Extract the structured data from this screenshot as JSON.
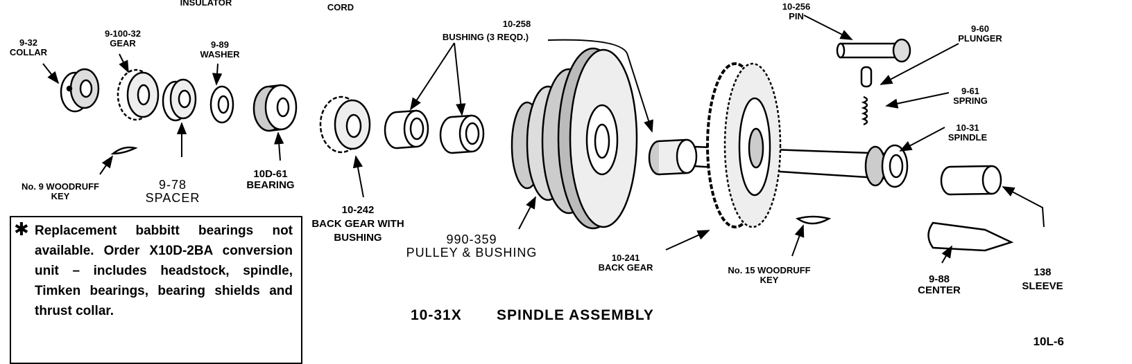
{
  "labels": {
    "insulator": "INSULATOR",
    "cord": "CORD",
    "collar": [
      "9-32",
      "COLLAR"
    ],
    "gear": [
      "9-100-32",
      "GEAR"
    ],
    "washer": [
      "9-89",
      "WASHER"
    ],
    "woodruff9": [
      "No. 9 WOODRUFF",
      "KEY"
    ],
    "spacer": [
      "9-78",
      "SPACER"
    ],
    "bearing": [
      "10D-61",
      "BEARING"
    ],
    "back_gear_bushing": [
      "10-242",
      "BACK GEAR WITH",
      "BUSHING"
    ],
    "bushing": [
      "10-258",
      "BUSHING",
      "(3 REQD.)"
    ],
    "pulley": [
      "990-359",
      "PULLEY & BUSHING"
    ],
    "pin": [
      "10-256",
      "PIN"
    ],
    "plunger": [
      "9-60",
      "PLUNGER"
    ],
    "spring": [
      "9-61",
      "SPRING"
    ],
    "spindle": [
      "10-31",
      "SPINDLE"
    ],
    "back_gear": [
      "10-241",
      "BACK GEAR"
    ],
    "woodruff15": [
      "No. 15 WOODRUFF",
      "KEY"
    ],
    "center": [
      "9-88",
      "CENTER"
    ],
    "sleeve": [
      "138",
      "SLEEVE"
    ]
  },
  "title": {
    "number": "10-31X",
    "name": "SPINDLE ASSEMBLY"
  },
  "note": {
    "star": "✱",
    "text": "Replacement babbitt bearings not available. Order X10D-2BA conversion unit – includes headstock, spindle, Timken bearings, bearing shields and thrust collar."
  },
  "page_ref": "10L-6"
}
